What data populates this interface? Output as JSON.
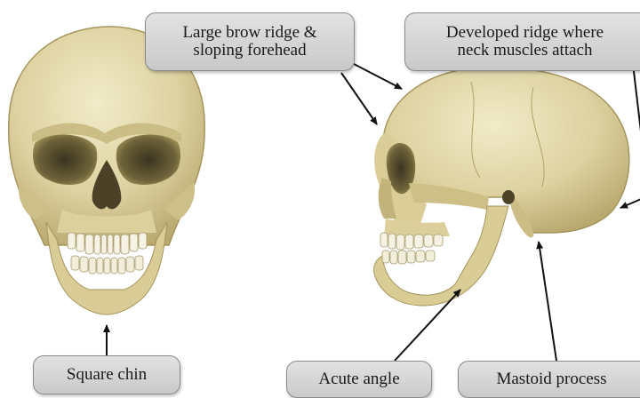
{
  "labels": {
    "brow": {
      "line1": "Large brow ridge &",
      "line2": "sloping forehead"
    },
    "neck": {
      "line1": "Developed ridge where",
      "line2": "neck muscles attach"
    },
    "chin": {
      "text": "Square chin"
    },
    "acute": {
      "text": "Acute angle"
    },
    "mastoid": {
      "text": "Mastoid process"
    }
  },
  "colors": {
    "bone": "#e6ddb0",
    "bone_shadow": "#b6a56e",
    "bone_dark": "#6e6236",
    "tooth": "#f7f3e4",
    "arrow": "#111111"
  }
}
